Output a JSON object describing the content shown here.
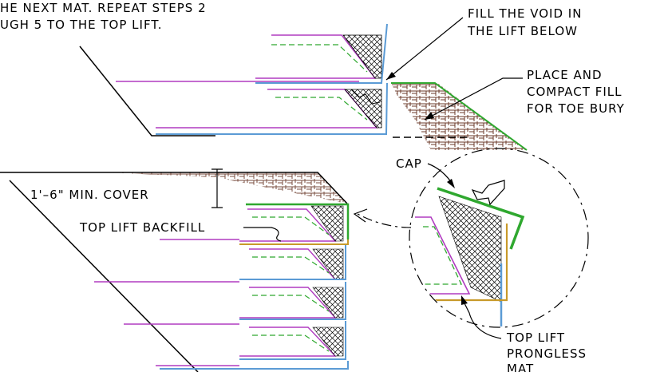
{
  "notes": {
    "step_line1": "HE NEXT MAT.   REPEAT STEPS 2",
    "step_line2": "UGH 5 TO THE TOP LIFT.",
    "fill_void_line1": "FILL THE VOID IN",
    "fill_void_line2": "THE LIFT BELOW",
    "toe_fill_line1": "PLACE AND",
    "toe_fill_line2": "COMPACT FILL",
    "toe_fill_line3": "FOR TOE BURY",
    "cap": "CAP",
    "min_cover": "1'–6\" MIN. COVER",
    "top_lift_backfill": "TOP LIFT BACKFILL",
    "prongless_line1": "TOP LIFT",
    "prongless_line2": "PRONGLESS",
    "prongless_line3": "MAT"
  },
  "colors": {
    "reinforcement_strip": "#b03cc0",
    "geotextile": "#2fa82f",
    "facing_mesh": "#5b9bd5",
    "soil_hatch": "#6b3a2a",
    "prongless_mat": "#c89a2a",
    "cap": "#2fa82f",
    "linework": "#000000"
  }
}
